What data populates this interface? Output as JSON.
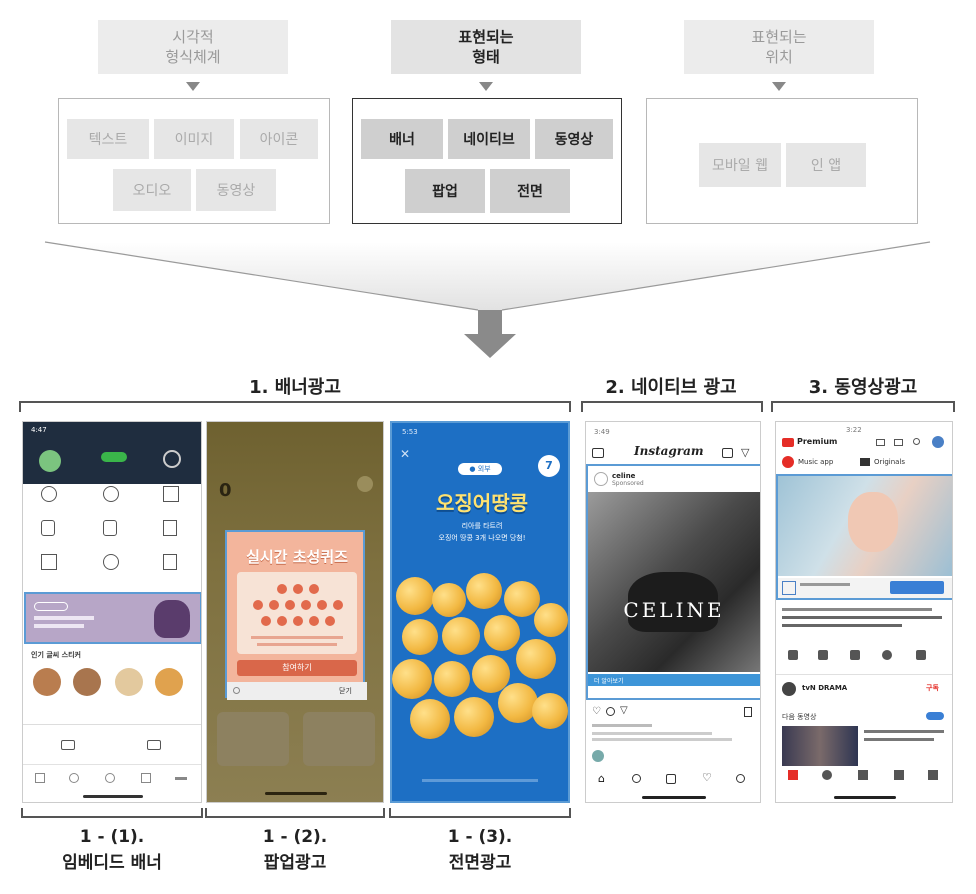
{
  "top": {
    "columns": [
      {
        "header_line1": "시각적",
        "header_line2": "형식체계",
        "chips": [
          "텍스트",
          "이미지",
          "아이콘",
          "오디오",
          "동영상"
        ]
      },
      {
        "header_line1": "표현되는",
        "header_line2": "형태",
        "chips": [
          "배너",
          "네이티브",
          "동영상",
          "팝업",
          "전면"
        ]
      },
      {
        "header_line1": "표현되는",
        "header_line2": "위치",
        "chips": [
          "모바일 웹",
          "인 앱"
        ]
      }
    ]
  },
  "sections": {
    "banner": "1. 배너광고",
    "native": "2. 네이티브 광고",
    "video": "3. 동영상광고"
  },
  "captions": [
    {
      "line1": "1 - (1).",
      "line2": "임베디드 배너"
    },
    {
      "line1": "1 - (2).",
      "line2": "팝업광고"
    },
    {
      "line1": "1 - (3).",
      "line2": "전면광고"
    }
  ],
  "phones": {
    "embedded": {
      "time": "4:47",
      "section_label": "인기 글씨 스티커"
    },
    "popup": {
      "points": "0",
      "popup_title": "실시간 초성퀴즈",
      "popup_btn": "참여하기",
      "popup_close": "닫기"
    },
    "interstitial": {
      "time": "5:53",
      "count": "7",
      "badge": "● 외부",
      "title": "오징어땅콩",
      "sub1": "리아를 타트려",
      "sub2": "오징어 땅콩 3개 나오면 당첨!"
    },
    "native": {
      "time": "3:49",
      "brand": "Instagram",
      "account": "celine",
      "sponsored": "Sponsored",
      "logo": "CELINE",
      "more": "더 알아보기"
    },
    "video": {
      "time": "3:22",
      "brand": "Premium",
      "chip1": "Music app",
      "chip2": "Originals",
      "channel": "tvN DRAMA",
      "badge": "구독",
      "next": "다음 동영상"
    }
  },
  "colors": {
    "accent": "#7a7a7a",
    "banner_highlight": "#5b9bd5",
    "interstitial_bg": "#1d6fc4",
    "popup_bg": "#f3b59c"
  },
  "icons": [
    "down-triangle-icon",
    "funnel-arrow-icon"
  ]
}
